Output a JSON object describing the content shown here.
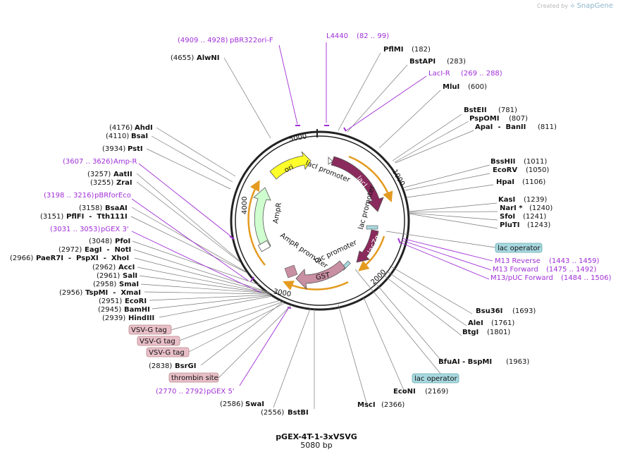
{
  "brand": {
    "created_by": "Created by",
    "name": "SnapGene"
  },
  "plasmid": {
    "name": "pGEX-4T-1-3xVSVG",
    "size_label": "5080 bp",
    "length": 5080
  },
  "ticks": [
    "1000",
    "2000",
    "3000",
    "4000",
    "5000"
  ],
  "colors": {
    "backbone": "#222222",
    "primer": "#a02fd6",
    "lacI": "#8b2a5c",
    "GST": "#c98fa3",
    "ori": "#ffff2a",
    "AmpR": "#cfffcf",
    "orange": "#e49a1f",
    "vsvg": "#e8bfc8",
    "lacop": "#a8d8e0"
  },
  "sites_right": [
    {
      "name": "PflMI",
      "pos": "(182)"
    },
    {
      "name": "BstAPI",
      "pos": "(283)"
    },
    {
      "name": "MluI",
      "pos": "(600)"
    },
    {
      "name": "BstEII",
      "pos": "(781)"
    },
    {
      "name": "PspOMI",
      "pos": "(807)"
    },
    {
      "name": "ApaI  -  BanII",
      "pos": "(811)"
    },
    {
      "name": "BssHII",
      "pos": "(1011)"
    },
    {
      "name": "EcoRV",
      "pos": "(1050)"
    },
    {
      "name": "HpaI",
      "pos": "(1106)"
    },
    {
      "name": "KasI",
      "pos": "(1239)"
    },
    {
      "name": "NarI *",
      "pos": "(1240)"
    },
    {
      "name": "SfoI",
      "pos": "(1241)"
    },
    {
      "name": "PluTI",
      "pos": "(1243)"
    },
    {
      "name": "Bsu36I",
      "pos": "(1693)"
    },
    {
      "name": "AleI",
      "pos": "(1761)"
    },
    {
      "name": "BtgI",
      "pos": "(1801)"
    },
    {
      "name": "BfuAI  -  BspMI",
      "pos": "(1963)"
    },
    {
      "name": "EcoNI",
      "pos": "(2169)"
    },
    {
      "name": "MscI",
      "pos": "(2366)"
    },
    {
      "name": "BstBI",
      "pos": "(2556)"
    },
    {
      "name": "SwaI",
      "pos": "(2586)"
    }
  ],
  "sites_left": [
    {
      "name": "AlwNI",
      "pos": "(4655)"
    },
    {
      "name": "AhdI",
      "pos": "(4176)"
    },
    {
      "name": "BsaI",
      "pos": "(4110)"
    },
    {
      "name": "PstI",
      "pos": "(3934)"
    },
    {
      "name": "AatII",
      "pos": "(3257)"
    },
    {
      "name": "ZraI",
      "pos": "(3255)"
    },
    {
      "name": "BsaAI",
      "pos": "(3158)"
    },
    {
      "name": "PflFI  -  Tth111I",
      "pos": "(3151)"
    },
    {
      "name": "PfoI",
      "pos": "(3048)"
    },
    {
      "name": "EagI  -  NotI",
      "pos": "(2972)"
    },
    {
      "name": "PaeR7I  -  PspXI  -  XhoI",
      "pos": "(2966)"
    },
    {
      "name": "AccI",
      "pos": "(2962)"
    },
    {
      "name": "SalI",
      "pos": "(2961)"
    },
    {
      "name": "SmaI",
      "pos": "(2958)"
    },
    {
      "name": "TspMI  -  XmaI",
      "pos": "(2956)"
    },
    {
      "name": "EcoRI",
      "pos": "(2951)"
    },
    {
      "name": "BamHI",
      "pos": "(2945)"
    },
    {
      "name": "HindIII",
      "pos": "(2939)"
    },
    {
      "name": "BsrGI",
      "pos": "(2838)"
    }
  ],
  "primers": [
    {
      "name": "pBR322ori-F",
      "range": "(4909 .. 4928)"
    },
    {
      "name": "L4440",
      "range": "(82 .. 99)"
    },
    {
      "name": "LacI-R",
      "range": "(269 .. 288)"
    },
    {
      "name": "Amp-R",
      "range": "(3607 .. 3626)"
    },
    {
      "name": "pBRforEco",
      "range": "(3198 .. 3216)"
    },
    {
      "name": "pGEX 3'",
      "range": "(3031 .. 3053)"
    },
    {
      "name": "M13 Reverse",
      "range": "(1443 .. 1459)"
    },
    {
      "name": "M13 Forward",
      "range": "(1475 .. 1492)"
    },
    {
      "name": "M13/pUC Forward",
      "range": "(1484 .. 1506)"
    },
    {
      "name": "pGEX 5'",
      "range": "(2770 .. 2792)"
    }
  ],
  "boxed_labels": [
    "lac operator",
    "lac operator",
    "VSV-G tag",
    "VSV-G tag",
    "VSV-G tag",
    "thrombin site"
  ],
  "features": [
    "ori",
    "lacI",
    "lacI promoter",
    "lac promoter",
    "lacZα",
    "tac promoter",
    "GST",
    "AmpR",
    "AmpR promoter"
  ]
}
